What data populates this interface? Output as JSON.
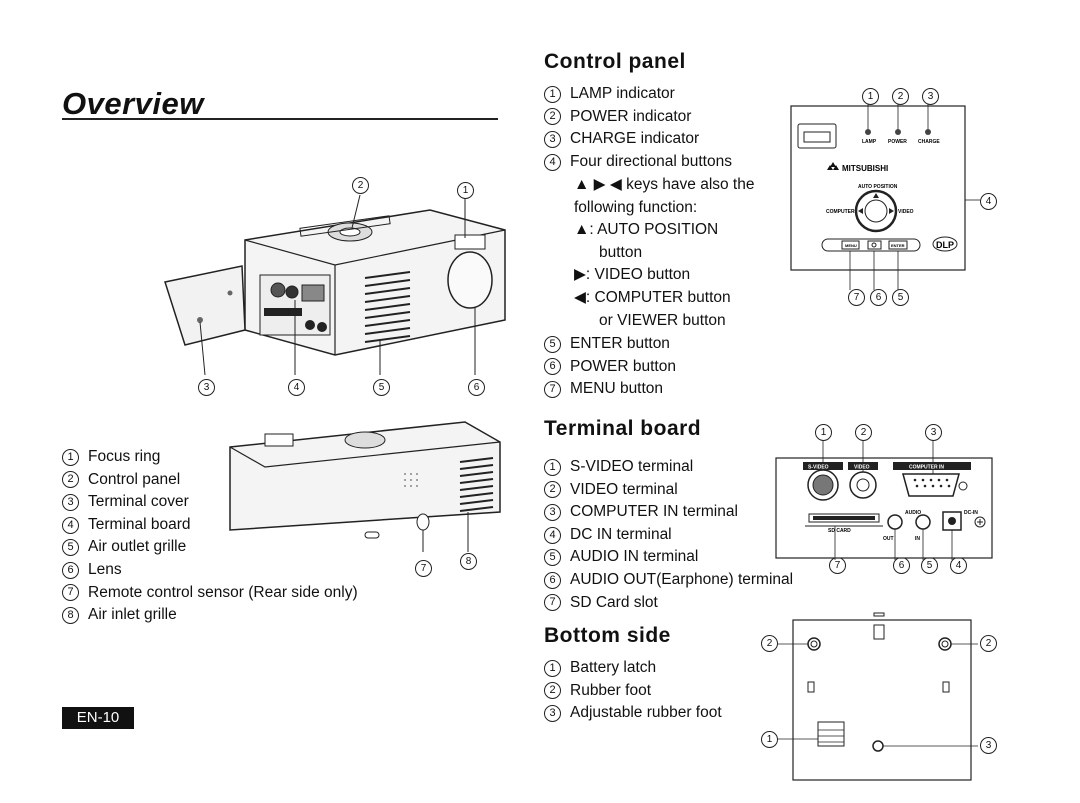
{
  "overview": {
    "title": "Overview",
    "parts": [
      {
        "n": "1",
        "label": "Focus ring"
      },
      {
        "n": "2",
        "label": "Control panel"
      },
      {
        "n": "3",
        "label": "Terminal cover"
      },
      {
        "n": "4",
        "label": "Terminal board"
      },
      {
        "n": "5",
        "label": "Air outlet grille"
      },
      {
        "n": "6",
        "label": "Lens"
      },
      {
        "n": "7",
        "label": "Remote control sensor (Rear side only)"
      },
      {
        "n": "8",
        "label": "Air inlet grille"
      }
    ],
    "callouts_top": [
      "2",
      "1"
    ],
    "callouts_bottom": [
      "3",
      "4",
      "5",
      "6"
    ],
    "callouts_rear": [
      "7",
      "8"
    ]
  },
  "control_panel": {
    "title": "Control panel",
    "items_a": [
      {
        "n": "1",
        "label": "LAMP indicator"
      },
      {
        "n": "2",
        "label": "POWER indicator"
      },
      {
        "n": "3",
        "label": "CHARGE indicator"
      },
      {
        "n": "4",
        "label": "Four directional buttons"
      }
    ],
    "keys_note_1": "▲ ▶ ◀ keys have also the",
    "keys_note_2": "following function:",
    "up_func_1": "▲: AUTO POSITION",
    "up_func_2": "button",
    "right_func": "▶: VIDEO button",
    "left_func_1": "◀: COMPUTER button",
    "left_func_2": "or VIEWER button",
    "items_b": [
      {
        "n": "5",
        "label": "ENTER button"
      },
      {
        "n": "6",
        "label": "POWER button"
      },
      {
        "n": "7",
        "label": "MENU button"
      }
    ],
    "diagram": {
      "lamp": "LAMP",
      "power": "POWER",
      "charge": "CHARGE",
      "brand": "MITSUBISHI",
      "auto_position": "AUTO POSITION",
      "computer": "COMPUTER",
      "video": "VIDEO",
      "menu": "MENU",
      "enter": "ENTER",
      "dlp": "DLP",
      "top_nums": [
        "1",
        "2",
        "3"
      ],
      "side_num": "4",
      "bottom_nums": [
        "7",
        "6",
        "5"
      ]
    }
  },
  "terminal_board": {
    "title": "Terminal board",
    "items": [
      {
        "n": "1",
        "label": "S-VIDEO terminal"
      },
      {
        "n": "2",
        "label": "VIDEO terminal"
      },
      {
        "n": "3",
        "label": "COMPUTER IN terminal"
      },
      {
        "n": "4",
        "label": "DC IN terminal"
      },
      {
        "n": "5",
        "label": "AUDIO IN terminal"
      },
      {
        "n": "6",
        "label": "AUDIO OUT(Earphone) terminal"
      },
      {
        "n": "7",
        "label": "SD Card slot"
      }
    ],
    "diagram": {
      "svideo": "S-VIDEO",
      "video": "VIDEO",
      "computer_in": "COMPUTER IN",
      "audio": "AUDIO",
      "dcin": "DC-IN",
      "sd_card": "SD CARD",
      "out": "OUT",
      "in": "IN",
      "top_nums": [
        "1",
        "2",
        "3"
      ],
      "bottom_nums": [
        "7",
        "6",
        "5",
        "4"
      ]
    }
  },
  "bottom_side": {
    "title": "Bottom side",
    "items": [
      {
        "n": "1",
        "label": "Battery latch"
      },
      {
        "n": "2",
        "label": "Rubber foot"
      },
      {
        "n": "3",
        "label": "Adjustable rubber foot"
      }
    ],
    "diagram": {
      "left_num": "2",
      "right_num": "2",
      "latch_num": "1",
      "adj_num": "3"
    }
  },
  "page_number": "EN-10"
}
